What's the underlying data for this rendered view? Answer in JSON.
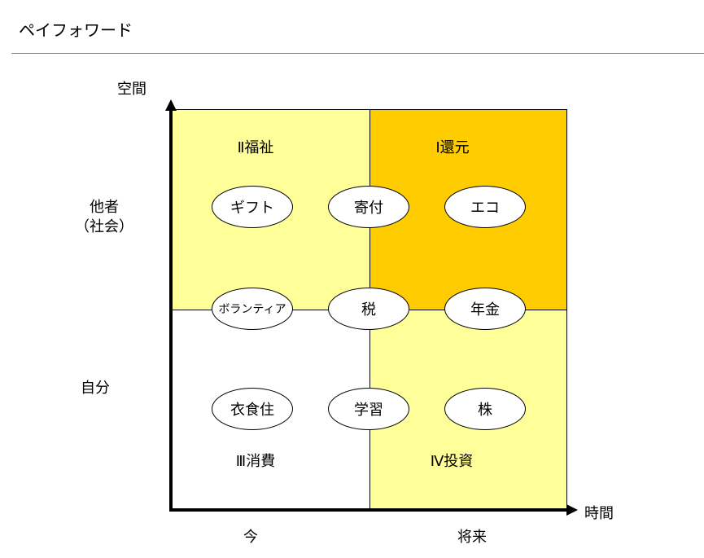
{
  "page": {
    "title": "ペイフォワード"
  },
  "colors": {
    "quad_top_left": "#FFFF99",
    "quad_top_right": "#FFCC00",
    "quad_bottom_left": "#FFFFFF",
    "quad_bottom_right": "#FFFF99",
    "axis": "#000000"
  },
  "axes": {
    "y_title": "空間",
    "x_title": "時間",
    "y_levels": {
      "top": "他者\n（社会）",
      "bottom": "自分"
    },
    "x_levels": {
      "left": "今",
      "right": "将来"
    }
  },
  "quadrants": {
    "top_left": "Ⅱ福祉",
    "top_right": "Ⅰ還元",
    "bottom_left": "Ⅲ消費",
    "bottom_right": "Ⅳ投資"
  },
  "nodes": {
    "gift": "ギフト",
    "donation": "寄付",
    "eco": "エコ",
    "volunteer": "ボランティア",
    "tax": "税",
    "pension": "年金",
    "clothing_food_housing": "衣食住",
    "learning": "学習",
    "stock": "株"
  }
}
